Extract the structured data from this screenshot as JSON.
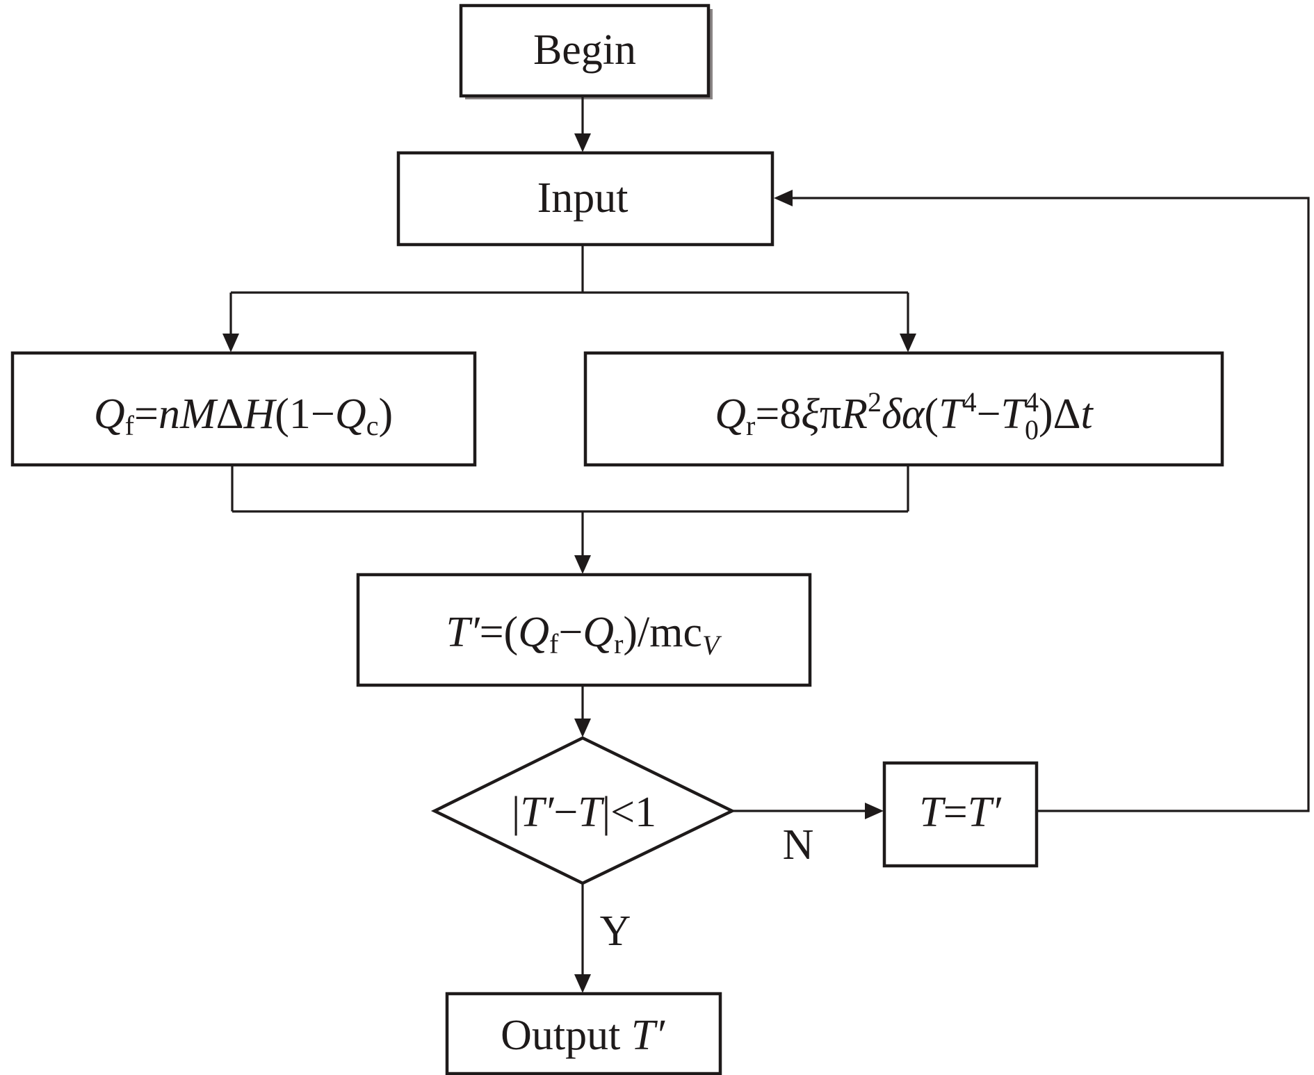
{
  "flowchart": {
    "begin": "Begin",
    "input": "Input",
    "output_prefix": "Output",
    "no_label": "N",
    "yes_label": "Y",
    "eq_qf": {
      "Q": "Q",
      "f": "f",
      "eq": "=",
      "n": "n",
      "M": "M",
      "delta": "Δ",
      "H": "H",
      "open": "(1−",
      "Q2": "Q",
      "c": "c",
      "close": ")"
    },
    "eq_qr": {
      "Q": "Q",
      "r": "r",
      "lead": "=8",
      "xi": "ξ",
      "pi": "π",
      "R": "R",
      "two": "2",
      "delta": "δ",
      "alpha": "α",
      "open": "(",
      "T": "T",
      "four": "4",
      "minus": "−",
      "T0": "T",
      "four0": "4",
      "zero": "0",
      "close": ")Δ",
      "t": "t"
    },
    "eq_tprime": {
      "Tp": "T′",
      "eqopen": "=(",
      "Q1": "Q",
      "f": "f",
      "minus": "−",
      "Q2": "Q",
      "r": "r",
      "close": ")/mc",
      "V": "V"
    },
    "cond": {
      "bar1": "|",
      "Tp": "T′",
      "minus": "−",
      "T": "T",
      "rest": "|<1"
    },
    "update": {
      "T": "T",
      "eq": "=",
      "Tp": "T′"
    },
    "output_var": "T′"
  }
}
